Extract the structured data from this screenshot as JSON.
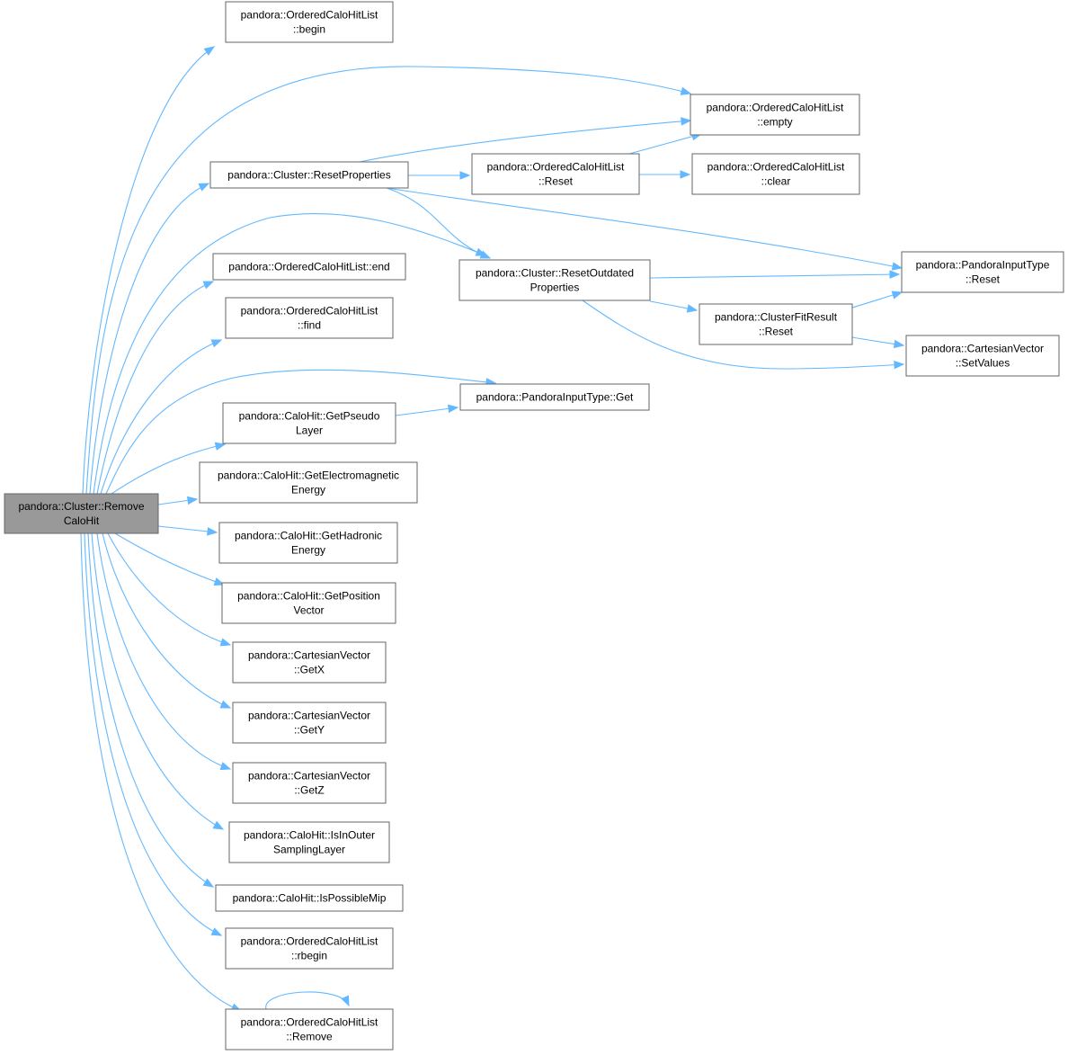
{
  "colors": {
    "edge": "#63b8ff",
    "node_border": "#666666",
    "root_fill": "#999999",
    "node_fill": "#ffffff"
  },
  "nodes": [
    {
      "id": "remove_calohit",
      "root": true,
      "lines": [
        "pandora::Cluster::Remove",
        "CaloHit"
      ]
    },
    {
      "id": "begin",
      "lines": [
        "pandora::OrderedCaloHitList",
        "::begin"
      ]
    },
    {
      "id": "ohl_empty",
      "lines": [
        "pandora::OrderedCaloHitList",
        "::empty"
      ]
    },
    {
      "id": "reset_properties",
      "lines": [
        "pandora::Cluster::ResetProperties"
      ]
    },
    {
      "id": "ohl_reset",
      "lines": [
        "pandora::OrderedCaloHitList",
        "::Reset"
      ]
    },
    {
      "id": "ohl_clear",
      "lines": [
        "pandora::OrderedCaloHitList",
        "::clear"
      ]
    },
    {
      "id": "ohl_end",
      "lines": [
        "pandora::OrderedCaloHitList::end"
      ]
    },
    {
      "id": "reset_outdated",
      "lines": [
        "pandora::Cluster::ResetOutdated",
        "Properties"
      ]
    },
    {
      "id": "pit_reset",
      "lines": [
        "pandora::PandoraInputType",
        "::Reset"
      ]
    },
    {
      "id": "ohl_find",
      "lines": [
        "pandora::OrderedCaloHitList",
        "::find"
      ]
    },
    {
      "id": "cfr_reset",
      "lines": [
        "pandora::ClusterFitResult",
        "::Reset"
      ]
    },
    {
      "id": "cv_setvalues",
      "lines": [
        "pandora::CartesianVector",
        "::SetValues"
      ]
    },
    {
      "id": "pit_get",
      "lines": [
        "pandora::PandoraInputType::Get"
      ]
    },
    {
      "id": "get_pseudolayer",
      "lines": [
        "pandora::CaloHit::GetPseudo",
        "Layer"
      ]
    },
    {
      "id": "get_em_energy",
      "lines": [
        "pandora::CaloHit::GetElectromagnetic",
        "Energy"
      ]
    },
    {
      "id": "get_had_energy",
      "lines": [
        "pandora::CaloHit::GetHadronic",
        "Energy"
      ]
    },
    {
      "id": "get_position",
      "lines": [
        "pandora::CaloHit::GetPosition",
        "Vector"
      ]
    },
    {
      "id": "cv_getx",
      "lines": [
        "pandora::CartesianVector",
        "::GetX"
      ]
    },
    {
      "id": "cv_gety",
      "lines": [
        "pandora::CartesianVector",
        "::GetY"
      ]
    },
    {
      "id": "cv_getz",
      "lines": [
        "pandora::CartesianVector",
        "::GetZ"
      ]
    },
    {
      "id": "is_outer",
      "lines": [
        "pandora::CaloHit::IsInOuter",
        "SamplingLayer"
      ]
    },
    {
      "id": "is_mip",
      "lines": [
        "pandora::CaloHit::IsPossibleMip"
      ]
    },
    {
      "id": "rbegin",
      "lines": [
        "pandora::OrderedCaloHitList",
        "::rbegin"
      ]
    },
    {
      "id": "ohl_remove",
      "lines": [
        "pandora::OrderedCaloHitList",
        "::Remove"
      ]
    }
  ],
  "edges": [
    {
      "from": "remove_calohit",
      "to": "begin"
    },
    {
      "from": "remove_calohit",
      "to": "ohl_empty"
    },
    {
      "from": "remove_calohit",
      "to": "reset_properties"
    },
    {
      "from": "remove_calohit",
      "to": "reset_outdated"
    },
    {
      "from": "remove_calohit",
      "to": "ohl_end"
    },
    {
      "from": "remove_calohit",
      "to": "ohl_find"
    },
    {
      "from": "remove_calohit",
      "to": "pit_get"
    },
    {
      "from": "remove_calohit",
      "to": "get_pseudolayer"
    },
    {
      "from": "remove_calohit",
      "to": "get_em_energy"
    },
    {
      "from": "remove_calohit",
      "to": "get_had_energy"
    },
    {
      "from": "remove_calohit",
      "to": "get_position"
    },
    {
      "from": "remove_calohit",
      "to": "cv_getx"
    },
    {
      "from": "remove_calohit",
      "to": "cv_gety"
    },
    {
      "from": "remove_calohit",
      "to": "cv_getz"
    },
    {
      "from": "remove_calohit",
      "to": "is_outer"
    },
    {
      "from": "remove_calohit",
      "to": "is_mip"
    },
    {
      "from": "remove_calohit",
      "to": "rbegin"
    },
    {
      "from": "remove_calohit",
      "to": "ohl_remove"
    },
    {
      "from": "reset_properties",
      "to": "ohl_empty"
    },
    {
      "from": "reset_properties",
      "to": "ohl_reset"
    },
    {
      "from": "reset_properties",
      "to": "reset_outdated"
    },
    {
      "from": "reset_properties",
      "to": "pit_reset"
    },
    {
      "from": "ohl_reset",
      "to": "ohl_empty"
    },
    {
      "from": "ohl_reset",
      "to": "ohl_clear"
    },
    {
      "from": "reset_outdated",
      "to": "pit_reset"
    },
    {
      "from": "reset_outdated",
      "to": "cfr_reset"
    },
    {
      "from": "reset_outdated",
      "to": "cv_setvalues"
    },
    {
      "from": "cfr_reset",
      "to": "pit_reset"
    },
    {
      "from": "cfr_reset",
      "to": "cv_setvalues"
    },
    {
      "from": "get_pseudolayer",
      "to": "pit_get"
    },
    {
      "from": "ohl_remove",
      "to": "ohl_remove"
    }
  ]
}
